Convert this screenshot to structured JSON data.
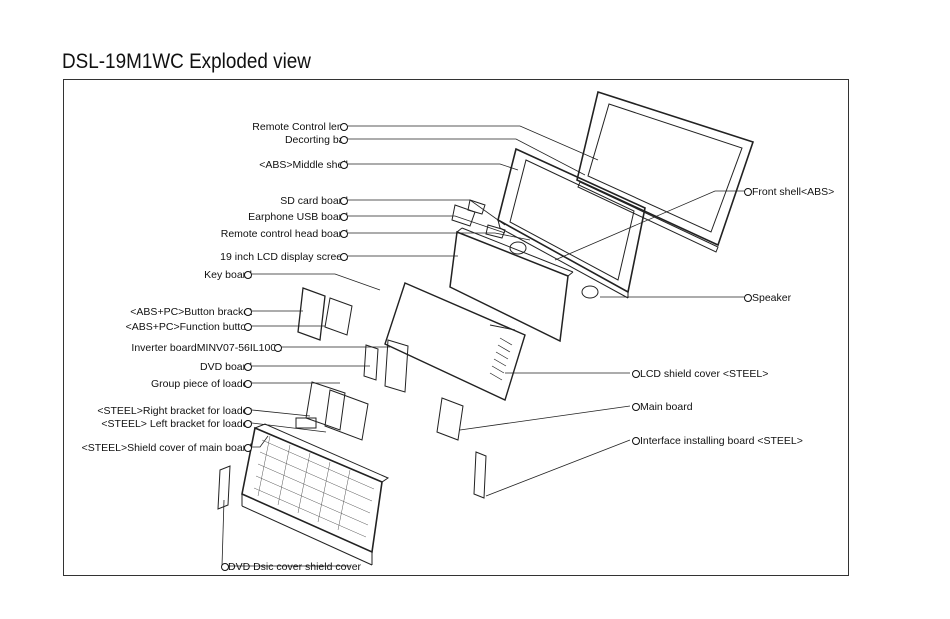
{
  "title": "DSL-19M1WC  Exploded view",
  "labels": {
    "remote_control_lens": "Remote Control lens",
    "decorating_bar": "Decorting bar",
    "middle_shell": "<ABS>Middle shell",
    "sd_card_board": "SD card board",
    "earphone_usb_board": "Earphone USB board",
    "remote_head_board": "Remote control head board",
    "lcd_screen": "19 inch LCD display screen",
    "key_board": "Key board",
    "button_bracket": "<ABS+PC>Button bracket",
    "function_button": "<ABS+PC>Function button",
    "inverter_board": "Inverter boardMINV07-56IL1001",
    "dvd_board": "DVD board",
    "group_piece_loader": "Group piece of loader",
    "right_bracket_loader": "<STEEL>Right bracket for loader",
    "left_bracket_loader": "<STEEL> Left bracket for loader",
    "shield_cover_main": "<STEEL>Shield cover of main board",
    "dvd_disc_cover": "DVD Dsic cover shield cover",
    "front_shell": "Front shell<ABS>",
    "speaker": "Speaker",
    "lcd_shield_cover": "LCD shield cover <STEEL>",
    "main_board": "Main board",
    "interface_board": "Interface installing board <STEEL>"
  }
}
